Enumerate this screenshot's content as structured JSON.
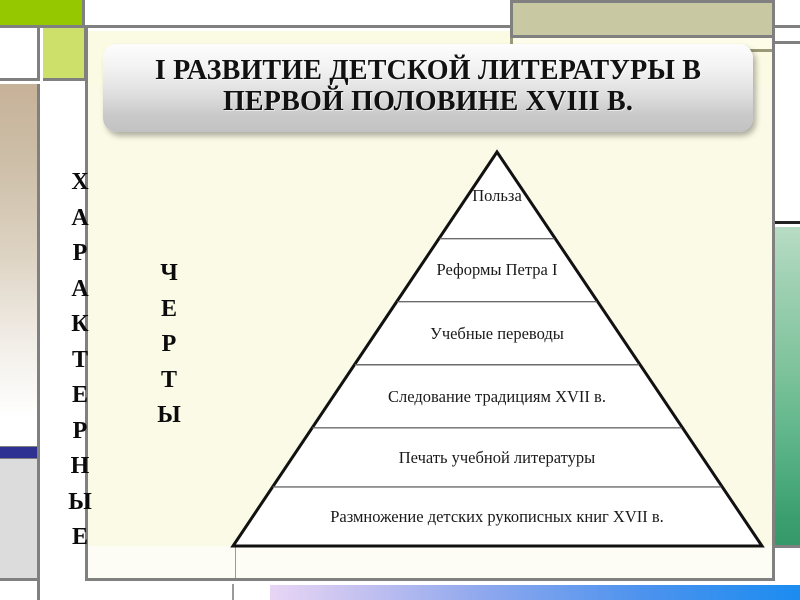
{
  "slide": {
    "title": "I РАЗВИТИЕ ДЕТСКОЙ ЛИТЕРАТУРЫ В ПЕРВОЙ ПОЛОВИНЕ XVIII В.",
    "background_color": "#fbfae6"
  },
  "vertical_labels": {
    "primary": "ХАРАКТЕРНЫЕ",
    "secondary": "ЧЕРТЫ"
  },
  "chart_data": {
    "type": "pyramid",
    "title": "I РАЗВИТИЕ ДЕТСКОЙ ЛИТЕРАТУРЫ В ПЕРВОЙ ПОЛОВИНЕ XVIII В.",
    "orientation": "apex-up",
    "tier_count": 6,
    "categories": [
      "Польза",
      "Реформы Петра I",
      "Учебные переводы",
      "Следование традициям XVII в.",
      "Печать учебной литературы",
      "Размножение детских рукописных книг XVII в."
    ],
    "tiers": [
      {
        "rank": 1,
        "label": "Польза",
        "width_pct": 22
      },
      {
        "rank": 2,
        "label": "Реформы Петра I",
        "width_pct": 38
      },
      {
        "rank": 3,
        "label": "Учебные переводы",
        "width_pct": 54
      },
      {
        "rank": 4,
        "label": "Следование традициям XVII в.",
        "width_pct": 70
      },
      {
        "rank": 5,
        "label": "Печать учебной литературы",
        "width_pct": 85
      },
      {
        "rank": 6,
        "label": "Размножение детских рукописных книг XVII в.",
        "width_pct": 100
      }
    ],
    "fill_color": "#ffffff",
    "outline_color": "#111111",
    "divider_color": "#6b6b6b",
    "legend": [],
    "grid": false
  },
  "decor": {
    "green_bright": "#96c800",
    "green_light": "#cde06a",
    "khaki": "#c8c9a3",
    "blue_bar": "#2e3192",
    "gray_block": "#dcdcdc",
    "frame_gray": "#808080",
    "green_gradient_top": "#b8ddc5",
    "green_gradient_bottom": "#35996a",
    "bottom_gradient_start": "#e8d5f5",
    "bottom_gradient_end": "#1b8cf0",
    "left_gradient_top": "#c7b299",
    "left_gradient_bottom": "#ffffff"
  }
}
